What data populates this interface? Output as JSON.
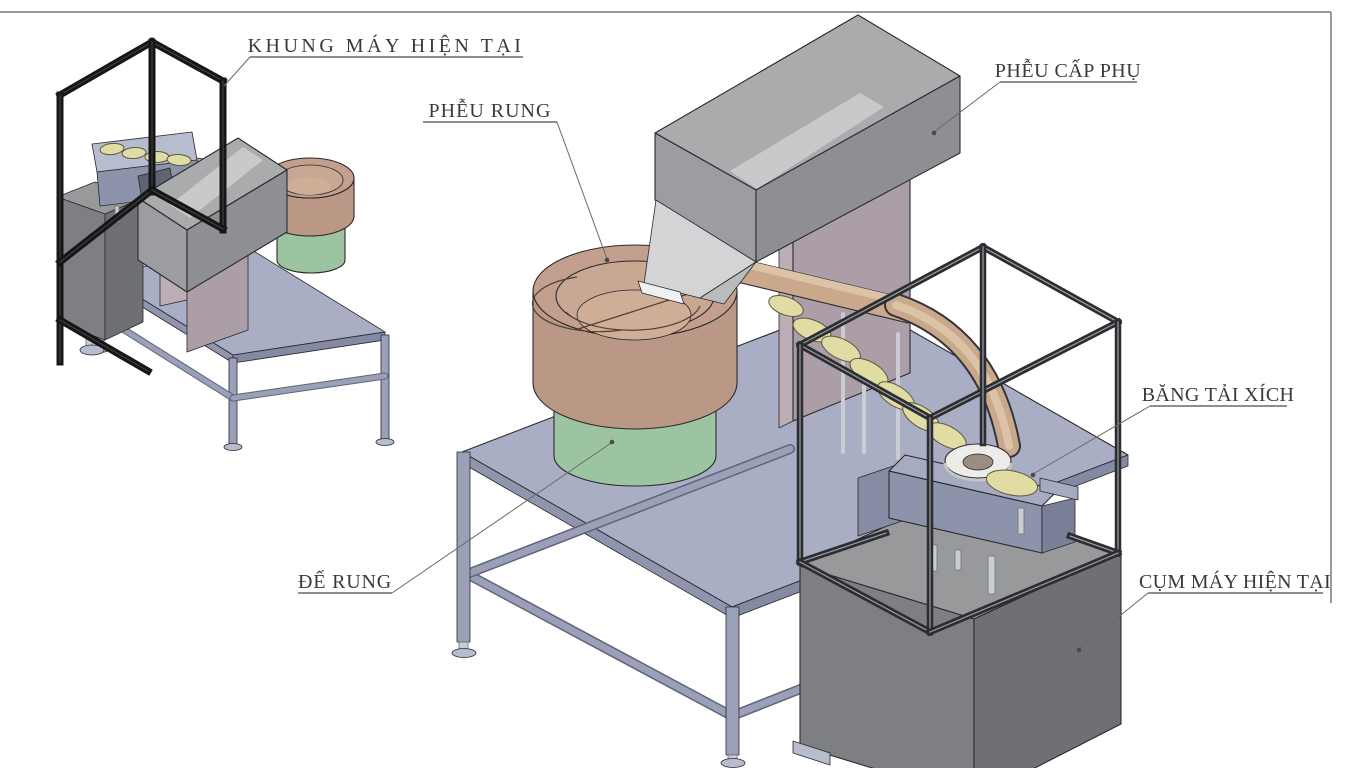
{
  "figure": {
    "kind": "isometric-cad-assembly-drawing",
    "language": "Vietnamese",
    "background": "#ffffff",
    "views": [
      "current-machine-overview",
      "proposed-feeder-assembly"
    ]
  },
  "labels": {
    "khung_may": "KHUNG MÁY HIỆN TẠI",
    "pheu_rung": "PHỄU RUNG",
    "pheu_cap_phu": "PHỄU CẤP PHỤ",
    "bang_tai_xich": "BĂNG TẢI XÍCH",
    "de_rung": "ĐẾ RUNG",
    "cum_may": "CỤM MÁY HIỆN TẠI"
  },
  "palette": {
    "table_top": "#a9aec5",
    "table_edge": "#8f95ad",
    "table_leg": "#9aa0b8",
    "base_green": "#9cc4a0",
    "bowl_outer": "#c2a08d",
    "bowl_inner": "#c8a793",
    "bowl_side": "#bb9886",
    "bowl_floor": "#cfae98",
    "hopper_light": "#9b9da0",
    "hopper_dark": "#8d8f92",
    "hopper_inner": "#a9abad",
    "hopper_floor": "#c7c9cb",
    "chute_light": "#d2d4d6",
    "chute_mid": "#b9bbbd",
    "column_mauve": "#ac9ea6",
    "column_light": "#bcaeb5",
    "box_top": "#98999b",
    "box_front": "#7d7f82",
    "box_right": "#6e7073",
    "housing_top": "#a6abc2",
    "housing_front": "#8d93ab",
    "housing_side": "#7a8098",
    "track_tan": "#c9a88b",
    "track_top": "#dcc3a8",
    "part_yellow": "#e0dca3",
    "ring_white": "#ecede9",
    "rod_gray": "#c9ccd2",
    "alu_dark": "#2b2d31",
    "alu_light": "#9a9da2",
    "frame_black": "#161616",
    "edge_line": "#2a2a2e",
    "label_text": "#3a3a3a",
    "leader": "#6a6a6a",
    "border": "#9a9a9a"
  }
}
